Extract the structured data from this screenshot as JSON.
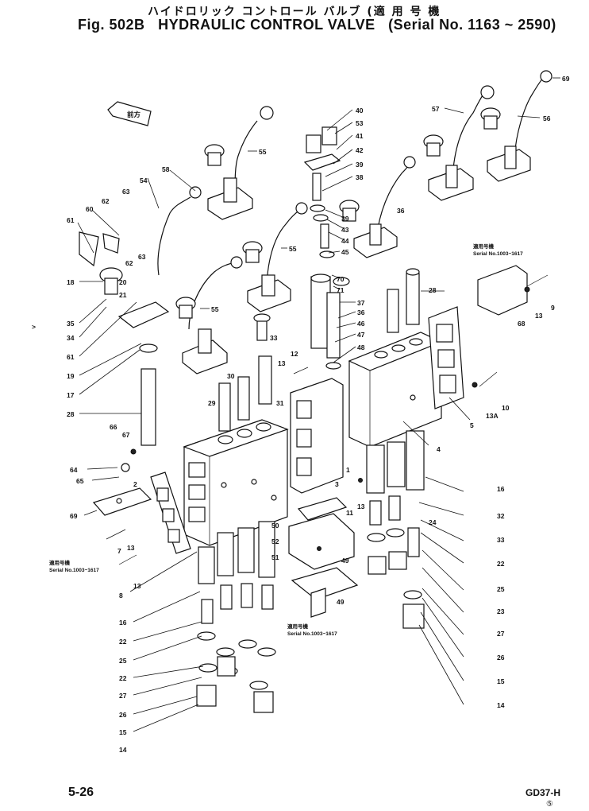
{
  "header": {
    "title_jp": "ハイドロリック コントロール バルブ",
    "serial_jp": "(適 用 号 機",
    "fig_label": "Fig. 502B",
    "title_en": "HYDRAULIC CONTROL VALVE",
    "serial_range": "(Serial No. 1163 ~ 2590)"
  },
  "footer": {
    "page_number": "5-26",
    "doc_code": "GD37-H",
    "corner_mark": "⑤"
  },
  "direction_tag": "前方",
  "notes": {
    "n1_jp": "適用号機",
    "n1_serial": "Serial No.1003~1617",
    "n2_jp": "適用号機",
    "n2_serial": "Serial No.1003~1617",
    "n3_jp": "適用号機",
    "n3_serial": "Serial No.1003~1617"
  },
  "callouts": {
    "c1": "40",
    "c2": "53",
    "c3": "41",
    "c4": "42",
    "c5": "39",
    "c6": "38",
    "c7": "39",
    "c8": "43",
    "c9": "44",
    "c10": "45",
    "c11": "70",
    "c12": "71",
    "c13": "37",
    "c14": "36",
    "c15": "46",
    "c16": "47",
    "c17": "48",
    "c18": "57",
    "c19": "56",
    "c20": "69",
    "c21": "55",
    "c22": "55",
    "c23": "55",
    "c24": "58",
    "c25": "54",
    "c26": "63",
    "c27": "62",
    "c28": "60",
    "c29": "61",
    "c30": "63",
    "c31": "62",
    "c32": "20",
    "c33": "21",
    "c34": "18",
    "c35": "35",
    "c36": "34",
    "c37": "61",
    "c38": "19",
    "c39": "17",
    "c40": "28",
    "c41": "66",
    "c42": "67",
    "c43": "64",
    "c44": "65",
    "c45": "69",
    "c46": "7",
    "c47": "13",
    "c48": "8",
    "c49": "13",
    "c50": "16",
    "c51": "22",
    "c52": "25",
    "c53": "22",
    "c54": "27",
    "c55": "26",
    "c56": "15",
    "c57": "14",
    "c58": "30",
    "c59": "29",
    "c60": "31",
    "c61": "33",
    "c62": "12",
    "c63": "13",
    "c64": "50",
    "c65": "52",
    "c66": "51",
    "c67": "49",
    "c68": "49",
    "c69": "11",
    "c70": "13",
    "c71": "28",
    "c72": "36",
    "c73": "9",
    "c74": "13",
    "c75": "68",
    "c76": "10",
    "c77": "13A",
    "c78": "5",
    "c79": "4",
    "c80": "16",
    "c81": "32",
    "c82": "24",
    "c83": "33",
    "c84": "22",
    "c85": "25",
    "c86": "23",
    "c87": "27",
    "c88": "26",
    "c89": "15",
    "c90": "14",
    "c91": "2",
    "c92": "1",
    "c93": "3"
  },
  "colors": {
    "ink": "#111111",
    "paper": "#ffffff"
  }
}
